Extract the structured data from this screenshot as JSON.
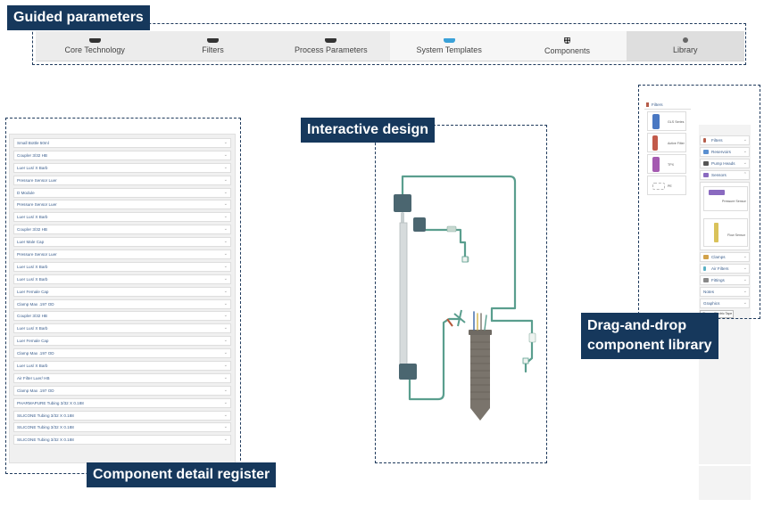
{
  "callouts": {
    "guided": "Guided parameters",
    "interactive": "Interactive design",
    "library": "Drag-and-drop component library",
    "library_line1": "Drag-and-drop",
    "library_line2": "component library",
    "register": "Component detail register"
  },
  "nav": {
    "tabs": [
      {
        "label": "Core Technology",
        "icon": "cassette-icon"
      },
      {
        "label": "Filters",
        "icon": "cassette-icon"
      },
      {
        "label": "Process Parameters",
        "icon": "cassette-icon"
      },
      {
        "label": "System Templates",
        "icon": "cassette-icon",
        "active": true
      },
      {
        "label": "Components",
        "icon": "grid-icon"
      },
      {
        "label": "Library",
        "icon": "dot-icon"
      }
    ]
  },
  "register": {
    "rows": [
      "Small Bottle 50ml",
      "Coupler 3/32 HB",
      "Luer Lus/ X Barb",
      "Pressure Sensor Luer",
      "D Module",
      "Pressure Sensor Luer",
      "Luer Lus/ X Barb",
      "Coupler 3/32 HB",
      "Luer Male Cap",
      "Pressure Sensor Luer",
      "Luer Lus/ X Barb",
      "Luer Lus/ X Barb",
      "Luer Female Cap",
      "Clamp Max .197 OD",
      "Coupler 3/32 HB",
      "Luer Lus/ X Barb",
      "Luer Female Cap",
      "Clamp Max .197 OD",
      "Luer Lus/ X Barb",
      "Air Filter Luer/ HB",
      "Clamp Max .197 OD",
      "PHARMAPURE Tubing 3/32 X 0.188",
      "SILICONE Tubing 3/32 X 0.188",
      "SILICONE Tubing 3/32 X 0.188",
      "SILICONE Tubing 3/32 X 0.188"
    ]
  },
  "library": {
    "filters_header": "Filters",
    "filter_cards": [
      "GLS Series",
      "Active Filter",
      "TPX",
      "PE"
    ],
    "categories": [
      "Filters",
      "Reservoirs",
      "Pump Heads",
      "Sensors"
    ],
    "sensor_cards": [
      "Pressure Sensor",
      "Flow Sensor"
    ],
    "categories_after": [
      "Clamps",
      "Air Filters",
      "Fittings",
      "Notes",
      "Graphics"
    ],
    "select_value": "Change Electric Tape"
  },
  "colors": {
    "callout_bg": "#16385c",
    "tube": "#5a9e8e",
    "active_tab_icon": "#3aa1d8",
    "link_text": "#3a5d8c"
  }
}
